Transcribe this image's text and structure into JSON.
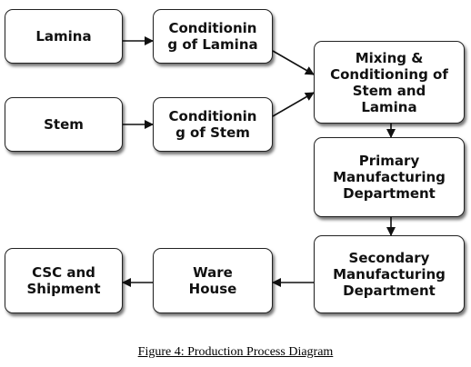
{
  "diagram": {
    "nodes": {
      "lamina": "Lamina",
      "conditioning_lamina": "Conditionin\ng of Lamina",
      "stem": "Stem",
      "conditioning_stem": "Conditionin\ng of Stem",
      "mixing": "Mixing &\nConditioning of\nStem and\nLamina",
      "primary": "Primary\nManufacturing\nDepartment",
      "secondary": "Secondary\nManufacturing\nDepartment",
      "ware_house": "Ware\nHouse",
      "csc_shipment": "CSC and\nShipment"
    },
    "caption": "Figure 4: Production Process Diagram"
  }
}
